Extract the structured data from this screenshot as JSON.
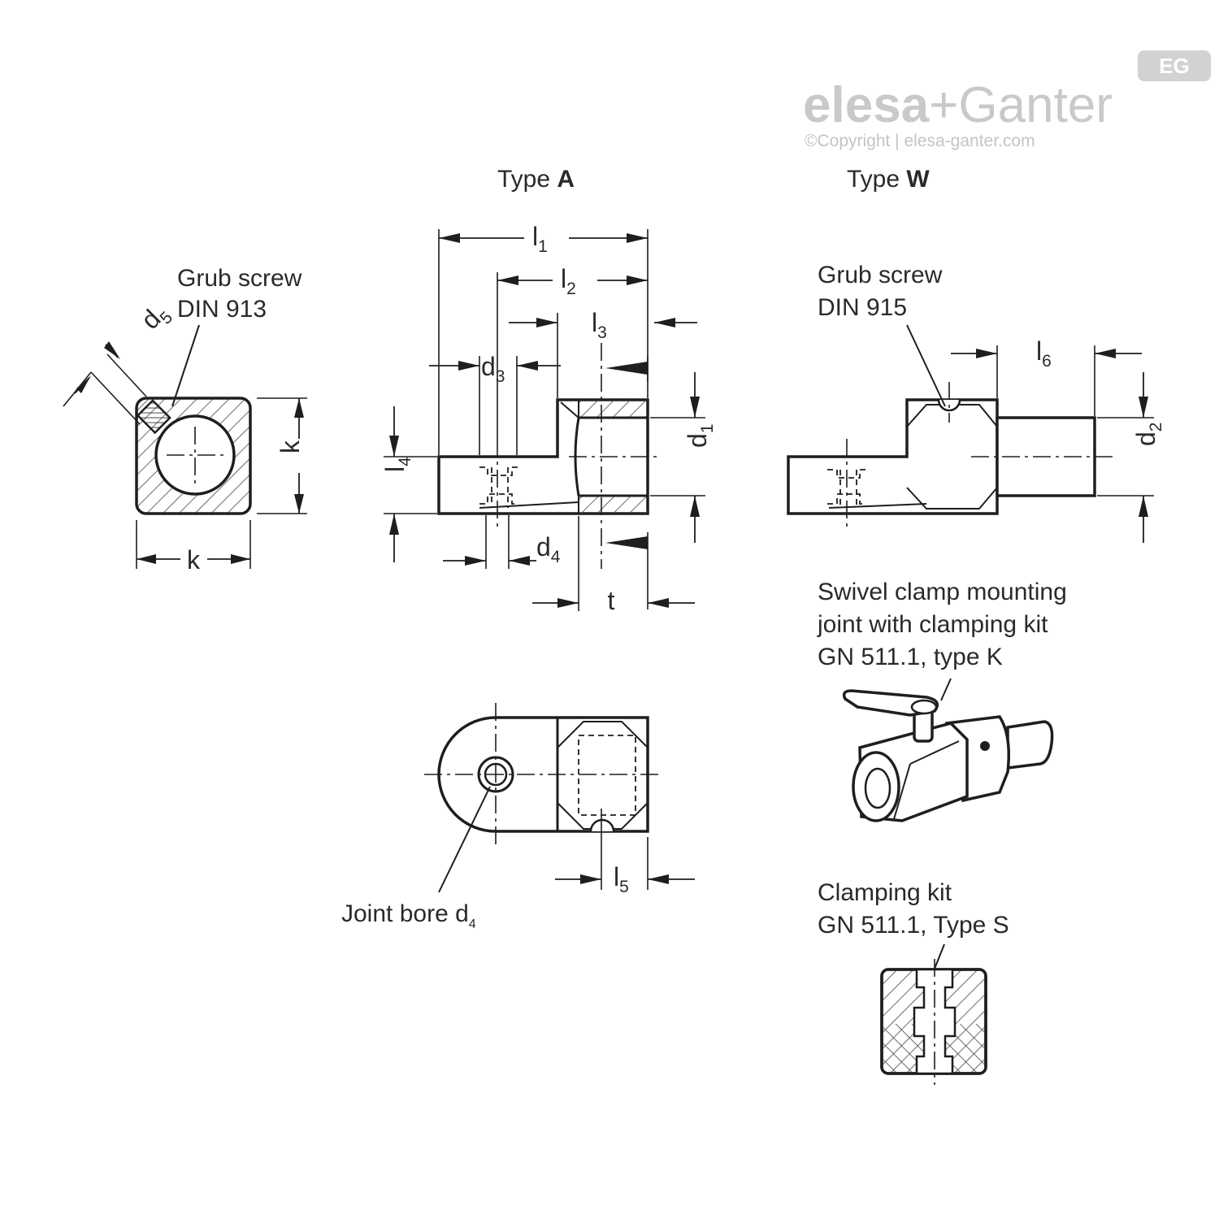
{
  "logo": {
    "brand_left": "elesa",
    "brand_plus": "+",
    "brand_right": "Ganter",
    "badge": "EG",
    "copyright": "©Copyright | elesa-ganter.com"
  },
  "views": {
    "type_a_prefix": "Type ",
    "type_a_letter": "A",
    "type_w_prefix": "Type ",
    "type_w_letter": "W"
  },
  "callouts": {
    "grub_a_line1": "Grub screw",
    "grub_a_line2": "DIN 913",
    "grub_w_line1": "Grub screw",
    "grub_w_line2": "DIN 915",
    "joint_bore": "Joint bore d",
    "joint_bore_sub": "4",
    "swivel_line1": "Swivel clamp mounting",
    "swivel_line2": "joint with clamping kit",
    "swivel_line3": "GN 511.1, type K",
    "kit_line1": "Clamping kit",
    "kit_line2": "GN 511.1, Type S"
  },
  "dimensions": {
    "l1": {
      "base": "l",
      "sub": "1"
    },
    "l2": {
      "base": "l",
      "sub": "2"
    },
    "l3": {
      "base": "l",
      "sub": "3"
    },
    "l4": {
      "base": "l",
      "sub": "4"
    },
    "l5": {
      "base": "l",
      "sub": "5"
    },
    "l6": {
      "base": "l",
      "sub": "6"
    },
    "d1": {
      "base": "d",
      "sub": "1"
    },
    "d2": {
      "base": "d",
      "sub": "2"
    },
    "d3": {
      "base": "d",
      "sub": "3"
    },
    "d4": {
      "base": "d",
      "sub": "4"
    },
    "d5": {
      "base": "d",
      "sub": "5"
    },
    "k_horizontal": "k",
    "k_vertical": "k",
    "t": "t"
  }
}
